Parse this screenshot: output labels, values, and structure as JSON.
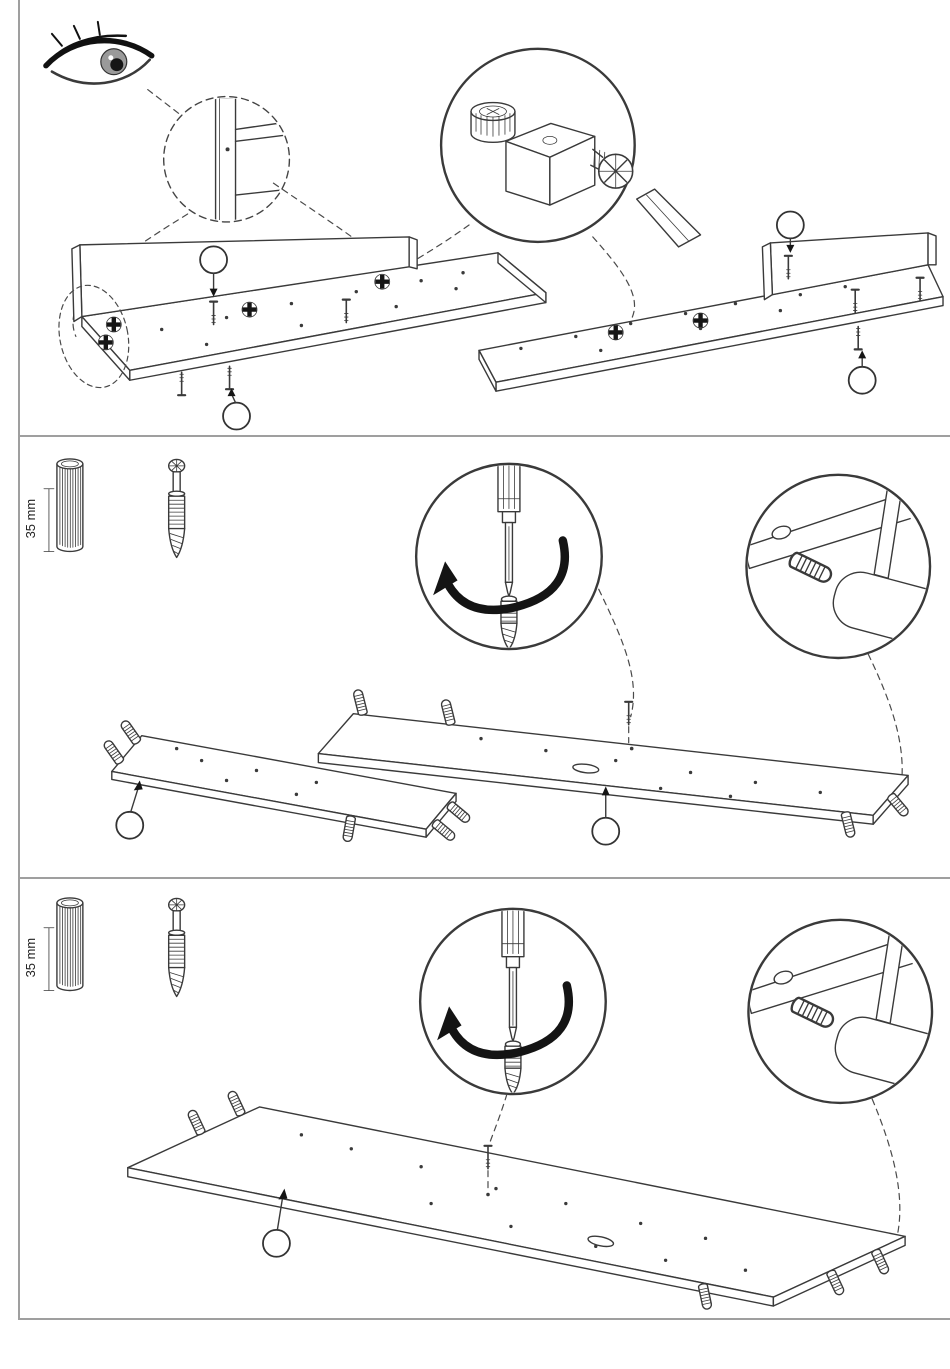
{
  "colors": {
    "ink": "#3a3a3a",
    "panel_border": "#9f9f9f",
    "background": "#ffffff",
    "arrow_black": "#141414"
  },
  "steps": [
    {
      "name": "step-1-check-cam-fittings",
      "callout_labels": [
        "",
        "",
        "",
        ""
      ]
    },
    {
      "name": "step-2-insert-dowels-two-panels",
      "dimension_label": "35 mm",
      "callout_labels": [
        "",
        ""
      ]
    },
    {
      "name": "step-3-insert-dowels-large-panel",
      "dimension_label": "35 mm",
      "callout_labels": [
        ""
      ]
    }
  ]
}
